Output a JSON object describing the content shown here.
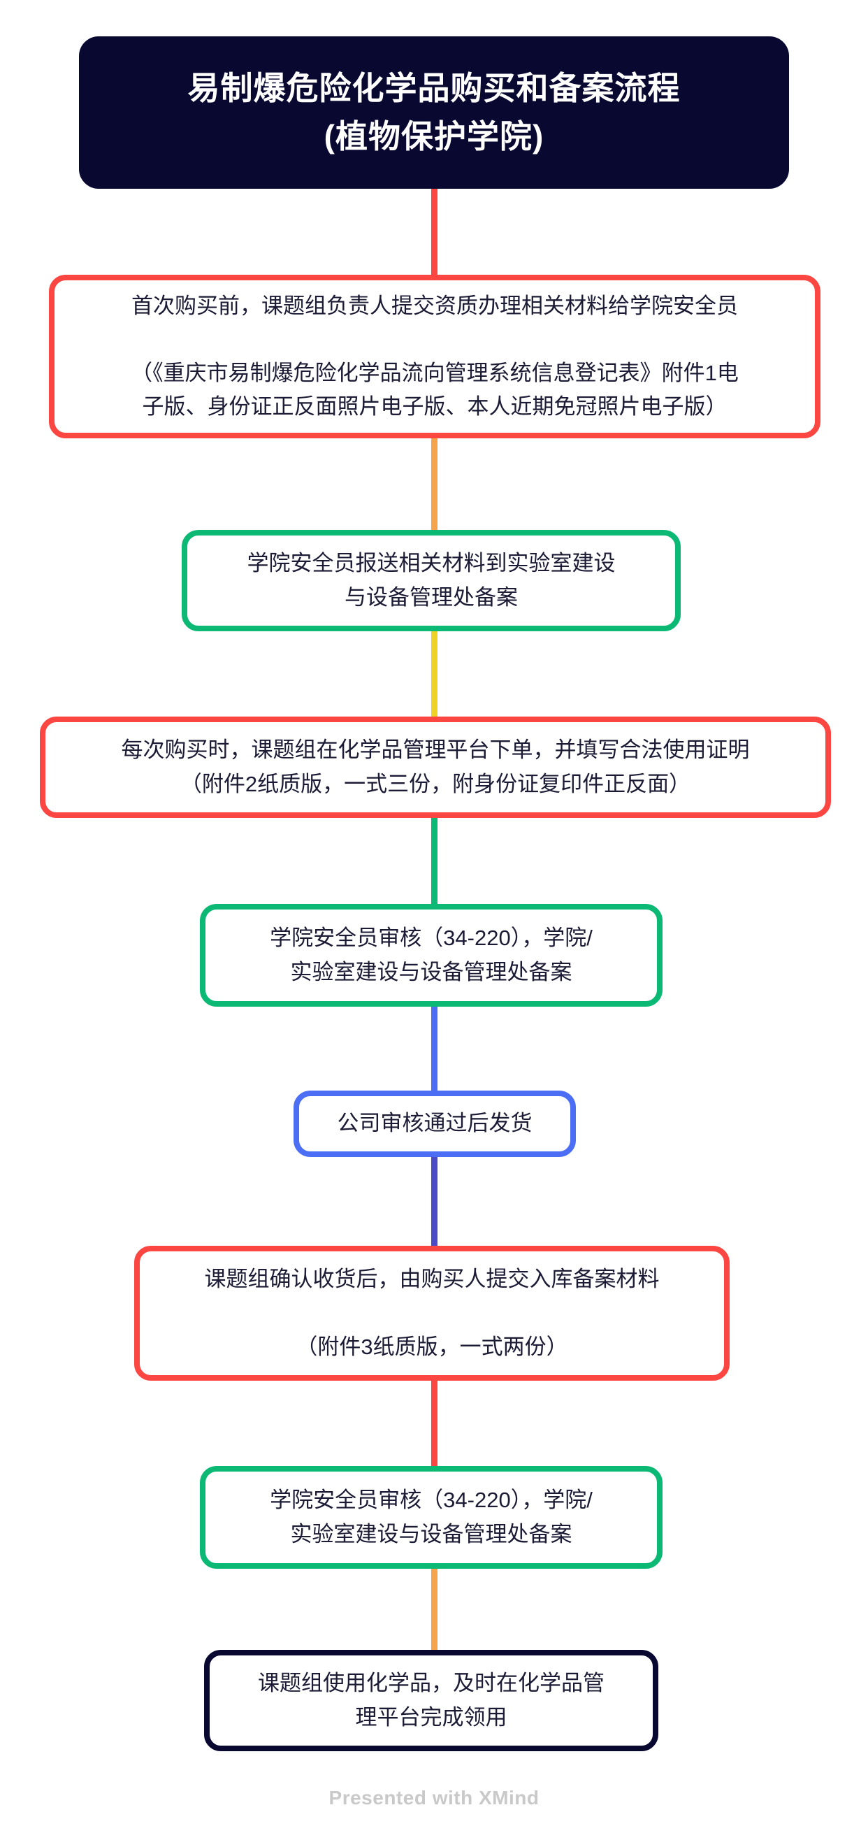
{
  "palette": {
    "navy": "#080831",
    "red": "#FB4642",
    "green": "#0CB974",
    "orange": "#F5A44C",
    "yellow": "#EFD226",
    "blue": "#4C6EF5",
    "indigo": "#4B4BC8",
    "node_text": "#1B1B35",
    "node_bg": "#FFFFFF"
  },
  "title": {
    "text": "易制爆危险化学品购买和备案流程\n(植物保护学院)",
    "bg": "#080831",
    "text_color": "#FFFFFF"
  },
  "flow": {
    "nodes": [
      {
        "id": "step-1",
        "text": "首次购买前，课题组负责人提交资质办理相关材料给学院安全员\n\n（《重庆市易制爆危险化学品流向管理系统信息登记表》附件1电\n子版、身份证正反面照片电子版、本人近期免冠照片电子版）",
        "border_color": "#FB4642"
      },
      {
        "id": "step-2",
        "text": "学院安全员报送相关材料到实验室建设\n与设备管理处备案",
        "border_color": "#0CB974"
      },
      {
        "id": "step-3",
        "text": "每次购买时，课题组在化学品管理平台下单，并填写合法使用证明\n（附件2纸质版，一式三份，附身份证复印件正反面）",
        "border_color": "#FB4642"
      },
      {
        "id": "step-4",
        "text": "学院安全员审核（34-220），学院/\n实验室建设与设备管理处备案",
        "border_color": "#0CB974"
      },
      {
        "id": "step-5",
        "text": "公司审核通过后发货",
        "border_color": "#4C6EF5"
      },
      {
        "id": "step-6",
        "text": "课题组确认收货后，由购买人提交入库备案材料\n\n（附件3纸质版，一式两份）",
        "border_color": "#FB4642"
      },
      {
        "id": "step-7",
        "text": "学院安全员审核（34-220），学院/\n实验室建设与设备管理处备案",
        "border_color": "#0CB974"
      },
      {
        "id": "step-8",
        "text": "课题组使用化学品，及时在化学品管\n理平台完成领用",
        "border_color": "#080831"
      }
    ],
    "connectors": [
      {
        "from": "title",
        "to": "step-1",
        "color": "#FB4642"
      },
      {
        "from": "step-1",
        "to": "step-2",
        "color": "#F5A44C"
      },
      {
        "from": "step-2",
        "to": "step-3",
        "color": "#EFD226"
      },
      {
        "from": "step-3",
        "to": "step-4",
        "color": "#0CB974"
      },
      {
        "from": "step-4",
        "to": "step-5",
        "color": "#4C6EF5"
      },
      {
        "from": "step-5",
        "to": "step-6",
        "color": "#4B4BC8"
      },
      {
        "from": "step-6",
        "to": "step-7",
        "color": "#FB4642"
      },
      {
        "from": "step-7",
        "to": "step-8",
        "color": "#F5A44C"
      }
    ]
  },
  "footer": {
    "text": "Presented with XMind",
    "color": "#C9C9C9"
  }
}
